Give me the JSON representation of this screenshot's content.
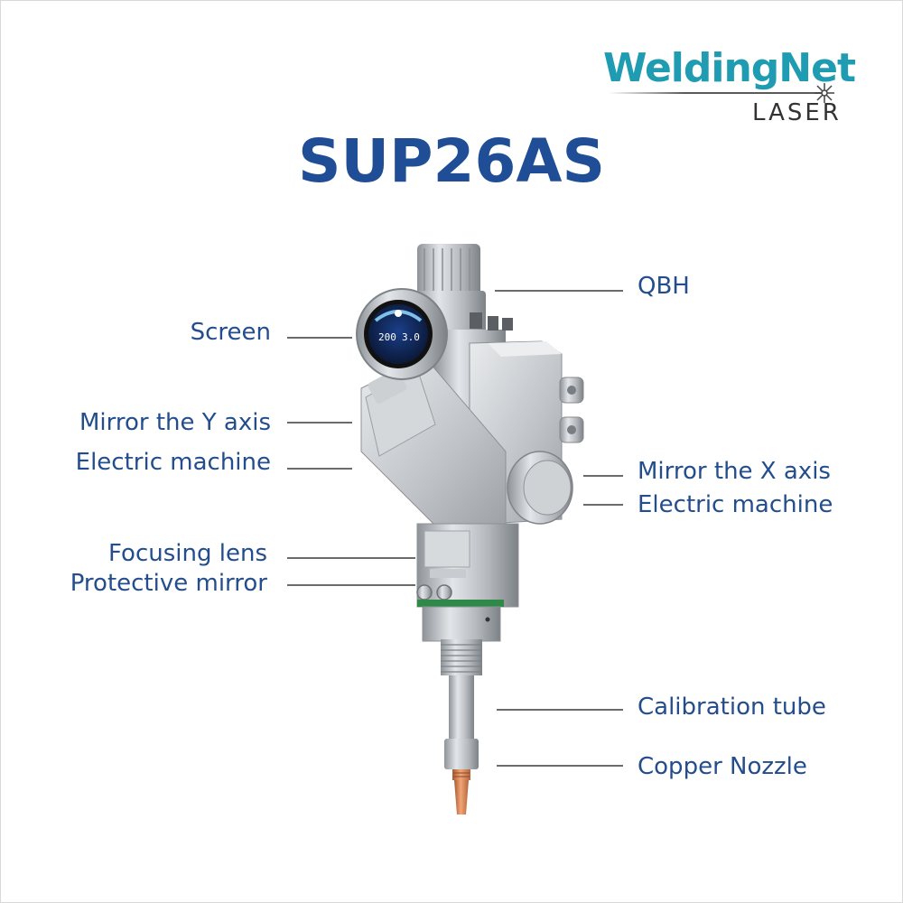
{
  "brand": {
    "name": "WeldingNet",
    "sub": "LASER"
  },
  "title": "SUP26AS",
  "screen_readout": {
    "left": "200",
    "right": "3.0"
  },
  "labels": {
    "qbh": "QBH",
    "screen": "Screen",
    "mirror_y": "Mirror the Y axis",
    "electric_left": "Electric machine",
    "mirror_x": "Mirror the X axis",
    "electric_right": "Electric machine",
    "focusing_lens": "Focusing lens",
    "protective_mirror": "Protective mirror",
    "calibration_tube": "Calibration tube",
    "copper_nozzle": "Copper Nozzle"
  },
  "colors": {
    "title": "#1f4d96",
    "label": "#234d8c",
    "brand": "#1f9bb2",
    "metal": "#b9bdc2",
    "copper": "#d9804e",
    "green_band": "#2f8a4a"
  }
}
